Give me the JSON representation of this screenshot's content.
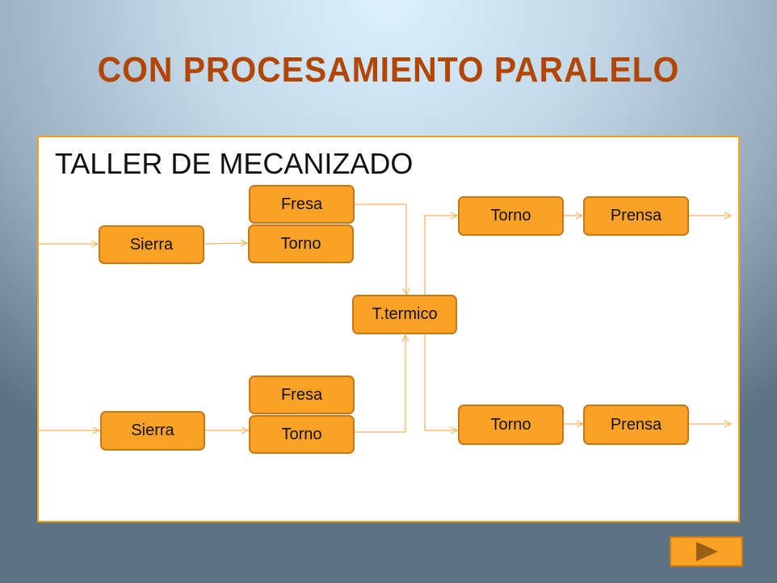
{
  "slide": {
    "title": "CON PROCESAMIENTO PARALELO",
    "panel_title": "TALLER DE MECANIZADO"
  },
  "diagram": {
    "nodes": {
      "sierra_top": "Sierra",
      "fresa_top": "Fresa",
      "torno_top": "Torno",
      "ttermico": "T.termico",
      "torno_right_top": "Torno",
      "prensa_top": "Prensa",
      "sierra_bottom": "Sierra",
      "fresa_bottom": "Fresa",
      "torno_bottom": "Torno",
      "torno_right_bottom": "Torno",
      "prensa_bottom": "Prensa"
    },
    "colors": {
      "node_fill": "#fba226",
      "node_border": "#c7781a",
      "connector": "#f9b45a",
      "title": "#b24606",
      "panel_border": "#f7a11a"
    }
  },
  "navigation": {
    "next_icon": "play-triangle-icon"
  }
}
